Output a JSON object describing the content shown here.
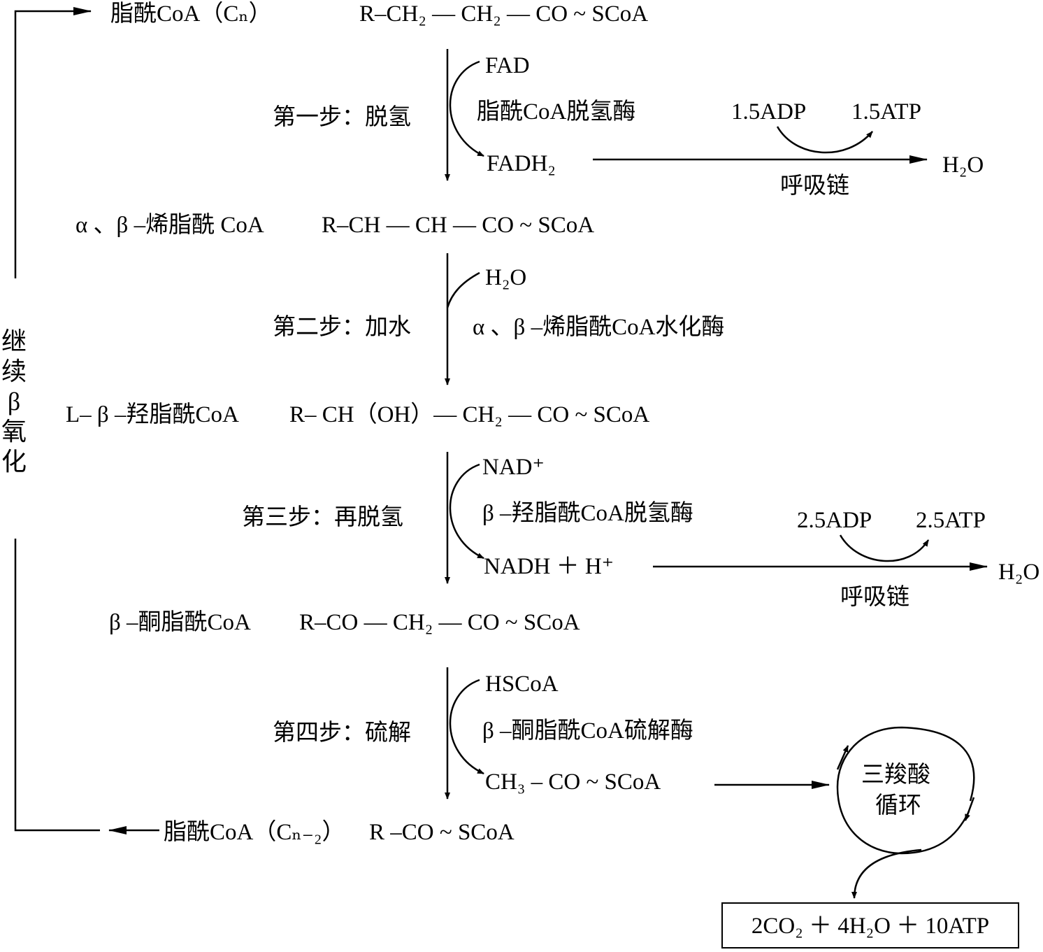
{
  "loop_label": [
    "继",
    "续",
    "β",
    "氧",
    "化"
  ],
  "molecules": {
    "acyl_coa_n": {
      "name": "脂酰CoA（Cₙ）",
      "formula": "R–CH₂ — CH₂ — CO ~ SCoA"
    },
    "enoyl_coa": {
      "name": "α 、β –烯脂酰 CoA",
      "formula": "R–CH — CH — CO ~ SCoA"
    },
    "hydroxyacyl_coa": {
      "name": "L– β –羟脂酰CoA",
      "formula": "R– CH（OH）— CH₂ — CO ~ SCoA"
    },
    "ketoacyl_coa": {
      "name": "β –酮脂酰CoA",
      "formula": "R–CO — CH₂ — CO ~ SCoA"
    },
    "acyl_coa_n2": {
      "name": "脂酰CoA（Cₙ₋₂）",
      "formula": "R –CO ~ SCoA"
    }
  },
  "steps": [
    {
      "label": "第一步：脱氢",
      "input": "FAD",
      "enzyme": "脂酰CoA脱氢酶",
      "output": "FADH₂"
    },
    {
      "label": "第二步：加水",
      "input": "H₂O",
      "enzyme": "α 、β –烯脂酰CoA水化酶"
    },
    {
      "label": "第三步：再脱氢",
      "input": "NAD⁺",
      "enzyme": "β –羟脂酰CoA脱氢酶",
      "output": "NADH ＋ H⁺"
    },
    {
      "label": "第四步：硫解",
      "input": "HSCoA",
      "enzyme": "β –酮脂酰CoA硫解酶",
      "output": "CH₃ – CO ~ SCoA"
    }
  ],
  "respiratory_chain": [
    {
      "adp": "1.5ADP",
      "atp": "1.5ATP",
      "label": "呼吸链",
      "product": "H₂O"
    },
    {
      "adp": "2.5ADP",
      "atp": "2.5ATP",
      "label": "呼吸链",
      "product": "H₂O"
    }
  ],
  "tca": {
    "line1": "三羧酸",
    "line2": "循环"
  },
  "final_product": "2CO₂ ＋ 4H₂O ＋ 10ATP"
}
